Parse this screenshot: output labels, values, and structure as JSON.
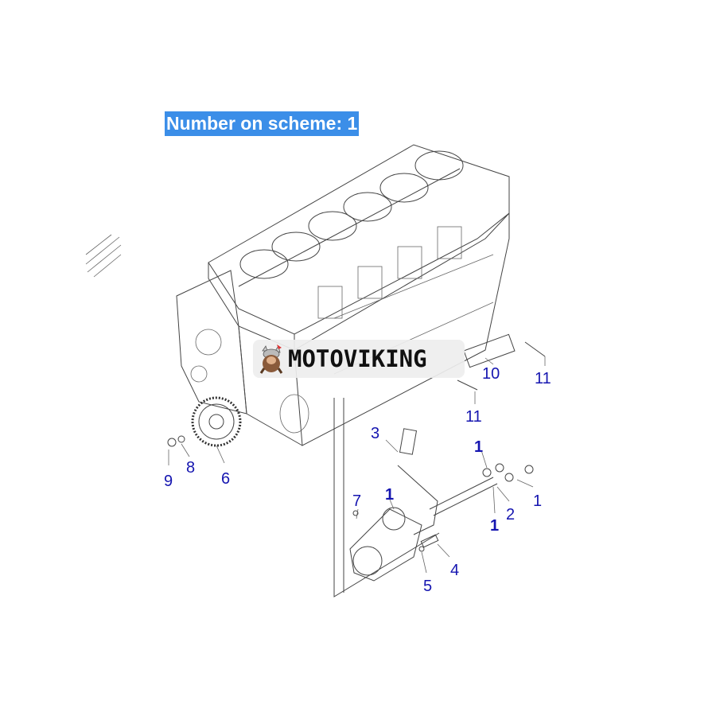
{
  "header": {
    "title": "Number on scheme: 1"
  },
  "watermark": {
    "brand": "MOTOVIKING",
    "icon": "viking-mascot-icon"
  },
  "colors": {
    "title_bg": "#3b8ee8",
    "title_text": "#ffffff",
    "callout": "#1515b0",
    "line": "#444444"
  },
  "callouts": [
    {
      "label": "10",
      "bold": false
    },
    {
      "label": "11",
      "bold": false
    },
    {
      "label": "11",
      "bold": false
    },
    {
      "label": "3",
      "bold": false
    },
    {
      "label": "1",
      "bold": true
    },
    {
      "label": "9",
      "bold": false
    },
    {
      "label": "8",
      "bold": false
    },
    {
      "label": "6",
      "bold": false
    },
    {
      "label": "7",
      "bold": false
    },
    {
      "label": "1",
      "bold": true
    },
    {
      "label": "2",
      "bold": false
    },
    {
      "label": "1",
      "bold": false
    },
    {
      "label": "1",
      "bold": true
    },
    {
      "label": "4",
      "bold": false
    },
    {
      "label": "5",
      "bold": false
    }
  ]
}
